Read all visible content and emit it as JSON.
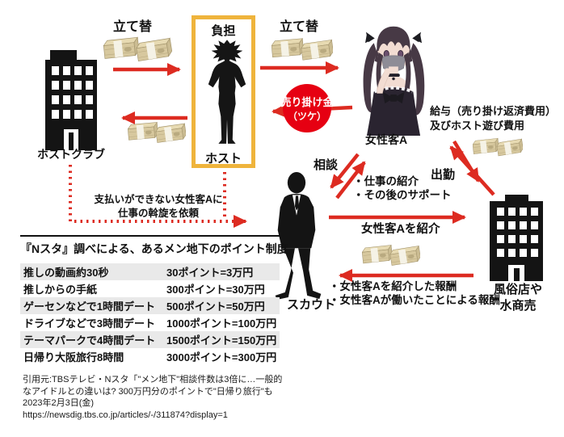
{
  "colors": {
    "arrow_red": "#dd2b21",
    "circle_red": "#e60012",
    "box_gold": "#efb43c",
    "row_gray": "#e9e9e9",
    "silhouette_black": "#141414"
  },
  "flow": {
    "host_club": "ホストクラブ",
    "advance_left": "立て替",
    "advance_right": "立て替",
    "burden": "負担",
    "host": "ホスト",
    "credit_line1": "売り掛け金",
    "credit_line2": "（ツケ）",
    "customer_label": "女性客A",
    "salary_line1": "給与（売り掛け返済費用）",
    "salary_line2": "及びホスト遊び費用",
    "consult": "相談",
    "work_attend": "出勤",
    "support_line1": "・仕事の紹介",
    "support_line2": "・その後のサポート",
    "request_line1": "支払いができない女性客Aに",
    "request_line2": "仕事の斡旋を依頼",
    "refer_customer": "女性客Aを紹介",
    "scout_label": "スカウト",
    "reward_line1": "・女性客Aを紹介した報酬",
    "reward_line2": "・女性客Aが働いたことによる報酬",
    "shop_line1": "風俗店や",
    "shop_line2": "水商売"
  },
  "table": {
    "title": "『Nスタ』調べによる、あるメン地下のポイント制度",
    "rows": [
      {
        "item": "推しの動画約30秒",
        "value": "30ポイント=3万円"
      },
      {
        "item": "推しからの手紙",
        "value": "300ポイント=30万円"
      },
      {
        "item": "ゲーセンなどで1時間デート",
        "value": "500ポイント=50万円"
      },
      {
        "item": "ドライブなどで3時間デート",
        "value": "1000ポイント=100万円"
      },
      {
        "item": "テーマパークで4時間デート",
        "value": "1500ポイント=150万円"
      },
      {
        "item": "日帰り大阪旅行8時間",
        "value": "3000ポイント=300万円"
      }
    ]
  },
  "citation": {
    "line1": "引用元:TBSテレビ・Nスタ「\"メン地下\"相談件数は3倍に…一般的",
    "line2": "なアイドルとの違いは? 300万円分のポイントで\"日帰り旅行\"も",
    "line3": "2023年2月3日(金)",
    "line4": "https://newsdig.tbs.co.jp/articles/-/311874?display=1"
  },
  "icons": {
    "building": "office-building",
    "money": "yen-banknote-bundles",
    "host": "host-silhouette",
    "scout": "scout-silhouette",
    "customer": "masked-girl-illustration"
  }
}
